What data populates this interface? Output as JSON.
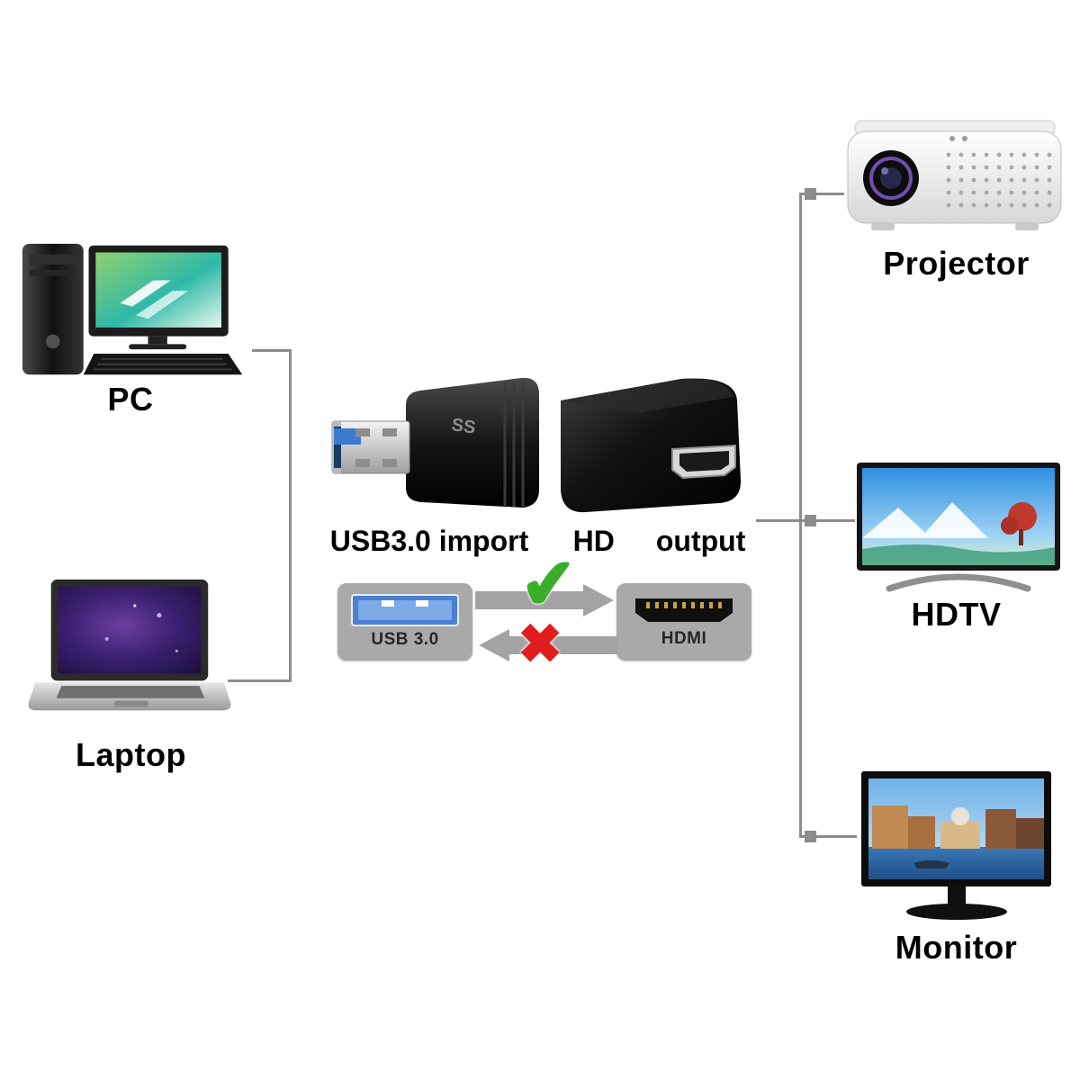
{
  "diagram": {
    "left_devices": [
      {
        "label": "PC"
      },
      {
        "label": "Laptop"
      }
    ],
    "right_devices": [
      {
        "label": "Projector"
      },
      {
        "label": "HDTV"
      },
      {
        "label": "Monitor"
      }
    ],
    "adapter": {
      "usb_side_label": "USB3.0 import",
      "hd_side_word1": "HD",
      "hd_side_word2": "output",
      "usb_plug_logo": "SS",
      "usb_port_label": "USB 3.0",
      "hdmi_port_label": "HDMI"
    },
    "icons": {
      "check": "✔",
      "cross": "✖"
    },
    "colors": {
      "background": "#ffffff",
      "connector_line": "#8c8c8c",
      "port_plate": "#a9a9a9",
      "usb_blue": "#4a7fd4",
      "check_green": "#3aae2b",
      "cross_red": "#e01e1e"
    }
  }
}
